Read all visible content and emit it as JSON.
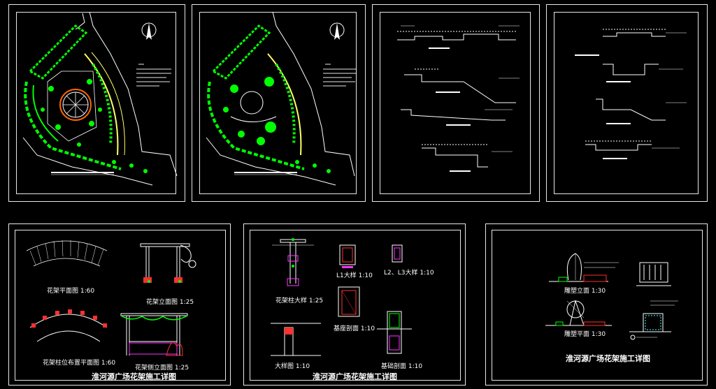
{
  "colors": {
    "background": "#000000",
    "frame": "#e8e8e8",
    "planting": "#00ff00",
    "line": "#ffffff",
    "accent_red": "#ff3030",
    "accent_yellow": "#ffff66",
    "accent_magenta": "#ff33ff",
    "accent_cyan": "#33ffff"
  },
  "sheets": {
    "detail_sheet_1": {
      "labels": {
        "plan": "花架平面图  1:60",
        "elevation": "花架立面图  1:25",
        "column_plan": "花架柱位布置平面图  1:60",
        "section": "花架侧立面图  1:25"
      },
      "title": "淮河源广场花架施工详图"
    },
    "detail_sheet_2": {
      "labels": {
        "column_detail": "花架柱大样  1:25",
        "beam_1": "L1大样  1:10",
        "beam_2": "L2、L3大样  1:10",
        "pier_section": "基座剖面  1:10",
        "foot_detail": "大样图  1:10",
        "base_section": "基础剖面  1:10"
      },
      "title": "淮河源广场花架施工详图"
    },
    "detail_sheet_3": {
      "labels": {
        "sculpture_elev": "雕塑立面  1:30",
        "sculpture_plan": "雕塑平面  1:30"
      },
      "title": "淮河源广场花架施工详图"
    }
  }
}
